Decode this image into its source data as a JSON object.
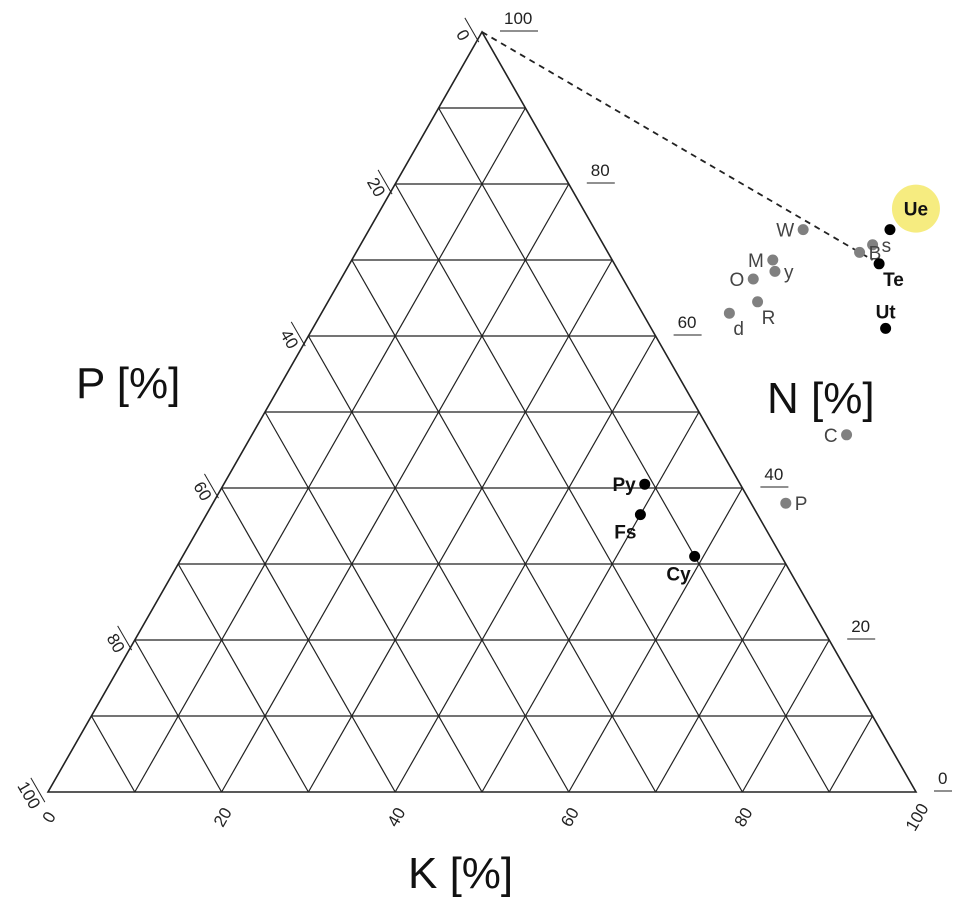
{
  "chart_data": {
    "type": "scatter",
    "subtype": "ternary",
    "grid": true,
    "grid_step": 10,
    "axes": {
      "P": {
        "label": "P [%]",
        "ticks": [
          "0",
          "20",
          "40",
          "60",
          "80",
          "100"
        ]
      },
      "N": {
        "label": "N [%]",
        "ticks": [
          "100",
          "80",
          "60",
          "40",
          "20",
          "0"
        ]
      },
      "K": {
        "label": "K [%]",
        "ticks": [
          "0",
          "20",
          "40",
          "60",
          "80",
          "100"
        ]
      }
    },
    "dashed_line": {
      "from": {
        "N": 100,
        "K": 0
      },
      "to": {
        "N": 70,
        "K": 60
      }
    },
    "highlight": {
      "label": "Ue",
      "color": "#f5e96a"
    },
    "points": [
      {
        "label": "Ue",
        "N": 74,
        "K": 60,
        "color": "#000000",
        "bold": true,
        "label_pos": "highlight"
      },
      {
        "label": "s",
        "N": 72,
        "K": 59,
        "color": "#808080",
        "bold": false,
        "label_pos": "right"
      },
      {
        "label": "B",
        "N": 71,
        "K": 58,
        "color": "#808080",
        "bold": false,
        "label_pos": "right"
      },
      {
        "label": "Te",
        "N": 69.5,
        "K": 61,
        "color": "#000000",
        "bold": true,
        "label_pos": "below-right"
      },
      {
        "label": "W",
        "N": 74,
        "K": 50,
        "color": "#808080",
        "bold": false,
        "label_pos": "left"
      },
      {
        "label": "M",
        "N": 70,
        "K": 48.5,
        "color": "#808080",
        "bold": false,
        "label_pos": "left"
      },
      {
        "label": "y",
        "N": 68.5,
        "K": 49.5,
        "color": "#808080",
        "bold": false,
        "label_pos": "right"
      },
      {
        "label": "O",
        "N": 67.5,
        "K": 47.5,
        "color": "#808080",
        "bold": false,
        "label_pos": "left"
      },
      {
        "label": "R",
        "N": 64.5,
        "K": 49.5,
        "color": "#808080",
        "bold": false,
        "label_pos": "below-right"
      },
      {
        "label": "d",
        "N": 63,
        "K": 47,
        "color": "#808080",
        "bold": false,
        "label_pos": "below-right"
      },
      {
        "label": "Ut",
        "N": 61,
        "K": 66,
        "color": "#000000",
        "bold": true,
        "label_pos": "above"
      },
      {
        "label": "C",
        "N": 47,
        "K": 68.5,
        "color": "#808080",
        "bold": false,
        "label_pos": "left"
      },
      {
        "label": "Py",
        "N": 40.5,
        "K": 48.5,
        "color": "#000000",
        "bold": true,
        "label_pos": "left"
      },
      {
        "label": "P",
        "N": 38,
        "K": 66,
        "color": "#808080",
        "bold": false,
        "label_pos": "right"
      },
      {
        "label": "Fs",
        "N": 36.5,
        "K": 50,
        "color": "#000000",
        "bold": true,
        "label_pos": "below-left"
      },
      {
        "label": "Cy",
        "N": 31,
        "K": 59,
        "color": "#000000",
        "bold": true,
        "label_pos": "below-left"
      }
    ]
  }
}
